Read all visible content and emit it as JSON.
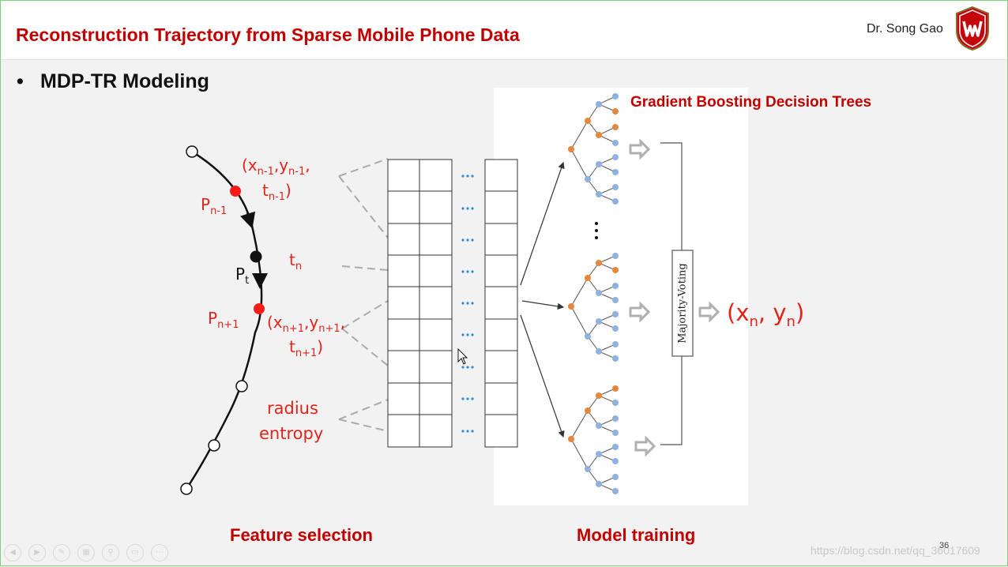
{
  "slide": {
    "title": "Reconstruction Trajectory from Sparse Mobile Phone Data",
    "author": "Dr. Song Gao",
    "bullet": "MDP-TR Modeling",
    "page_number": "36"
  },
  "labels": {
    "coord_prev_line1": "(x",
    "coord_prev_sub_x": "n-1",
    "coord_prev_comma": ",y",
    "coord_prev_sub_y": "n-1",
    "coord_prev_tail": ",",
    "coord_prev_t": "t",
    "coord_prev_sub_t": "n-1",
    "coord_prev_close": ")",
    "p_prev": "P",
    "p_prev_sub": "n-1",
    "t_n": "t",
    "t_n_sub": "n",
    "p_t": "P",
    "p_t_sub": "t",
    "p_next": "P",
    "p_next_sub": "n+1",
    "coord_next_line1": "(x",
    "coord_next_sub_x": "n+1",
    "coord_next_comma": ",y",
    "coord_next_sub_y": "n+1",
    "coord_next_tail": ",",
    "coord_next_t": "t",
    "coord_next_sub_t": "n+1",
    "coord_next_close": ")",
    "radius": "radius",
    "entropy": "entropy",
    "gbdt": "Gradient Boosting Decision Trees",
    "majority_voting": "Majority-Voting",
    "result_open": "(x",
    "result_sub_x": "n",
    "result_mid": ", y",
    "result_sub_y": "n",
    "result_close": ")",
    "feature_selection": "Feature selection",
    "model_training": "Model training"
  },
  "watermark": "https://blog.csdn.net/qq_36017609",
  "toolbar": {
    "buttons": [
      "prev",
      "next",
      "pen",
      "slides",
      "zoom",
      "view",
      "more"
    ]
  },
  "colors": {
    "title": "#c00000",
    "label_red": "#e2231a",
    "orange_node": "#e6873c",
    "blue_node": "#8fb2e0"
  }
}
